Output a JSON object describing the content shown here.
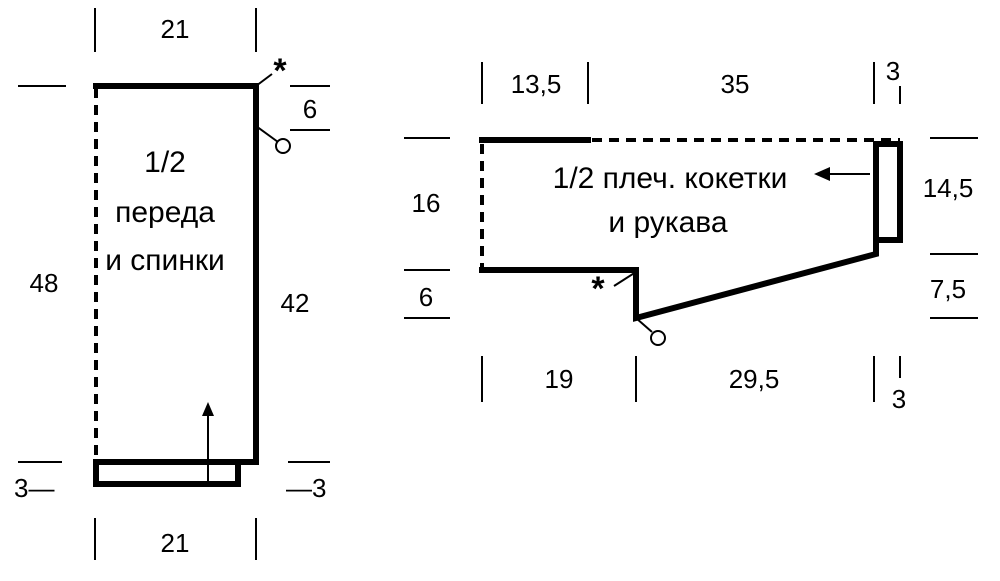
{
  "left_pattern": {
    "title_lines": [
      "1/2",
      "переда",
      "и спинки"
    ],
    "dims": {
      "top_width": "21",
      "bottom_width": "21",
      "total_height": "48",
      "side_height": "42",
      "shoulder_drop": "6",
      "hem_left": "3—",
      "hem_right": "—3"
    },
    "markers": {
      "star": "*"
    }
  },
  "right_pattern": {
    "title_lines": [
      "1/2 плеч. кокетки",
      "и рукава"
    ],
    "dims": {
      "top_left": "13,5",
      "top_middle": "35",
      "top_right": "3",
      "left_height": "16",
      "left_step": "6",
      "right_upper": "14,5",
      "right_lower": "7,5",
      "bottom_left": "19",
      "bottom_middle": "29,5",
      "bottom_right": "3"
    },
    "markers": {
      "star": "*"
    }
  }
}
